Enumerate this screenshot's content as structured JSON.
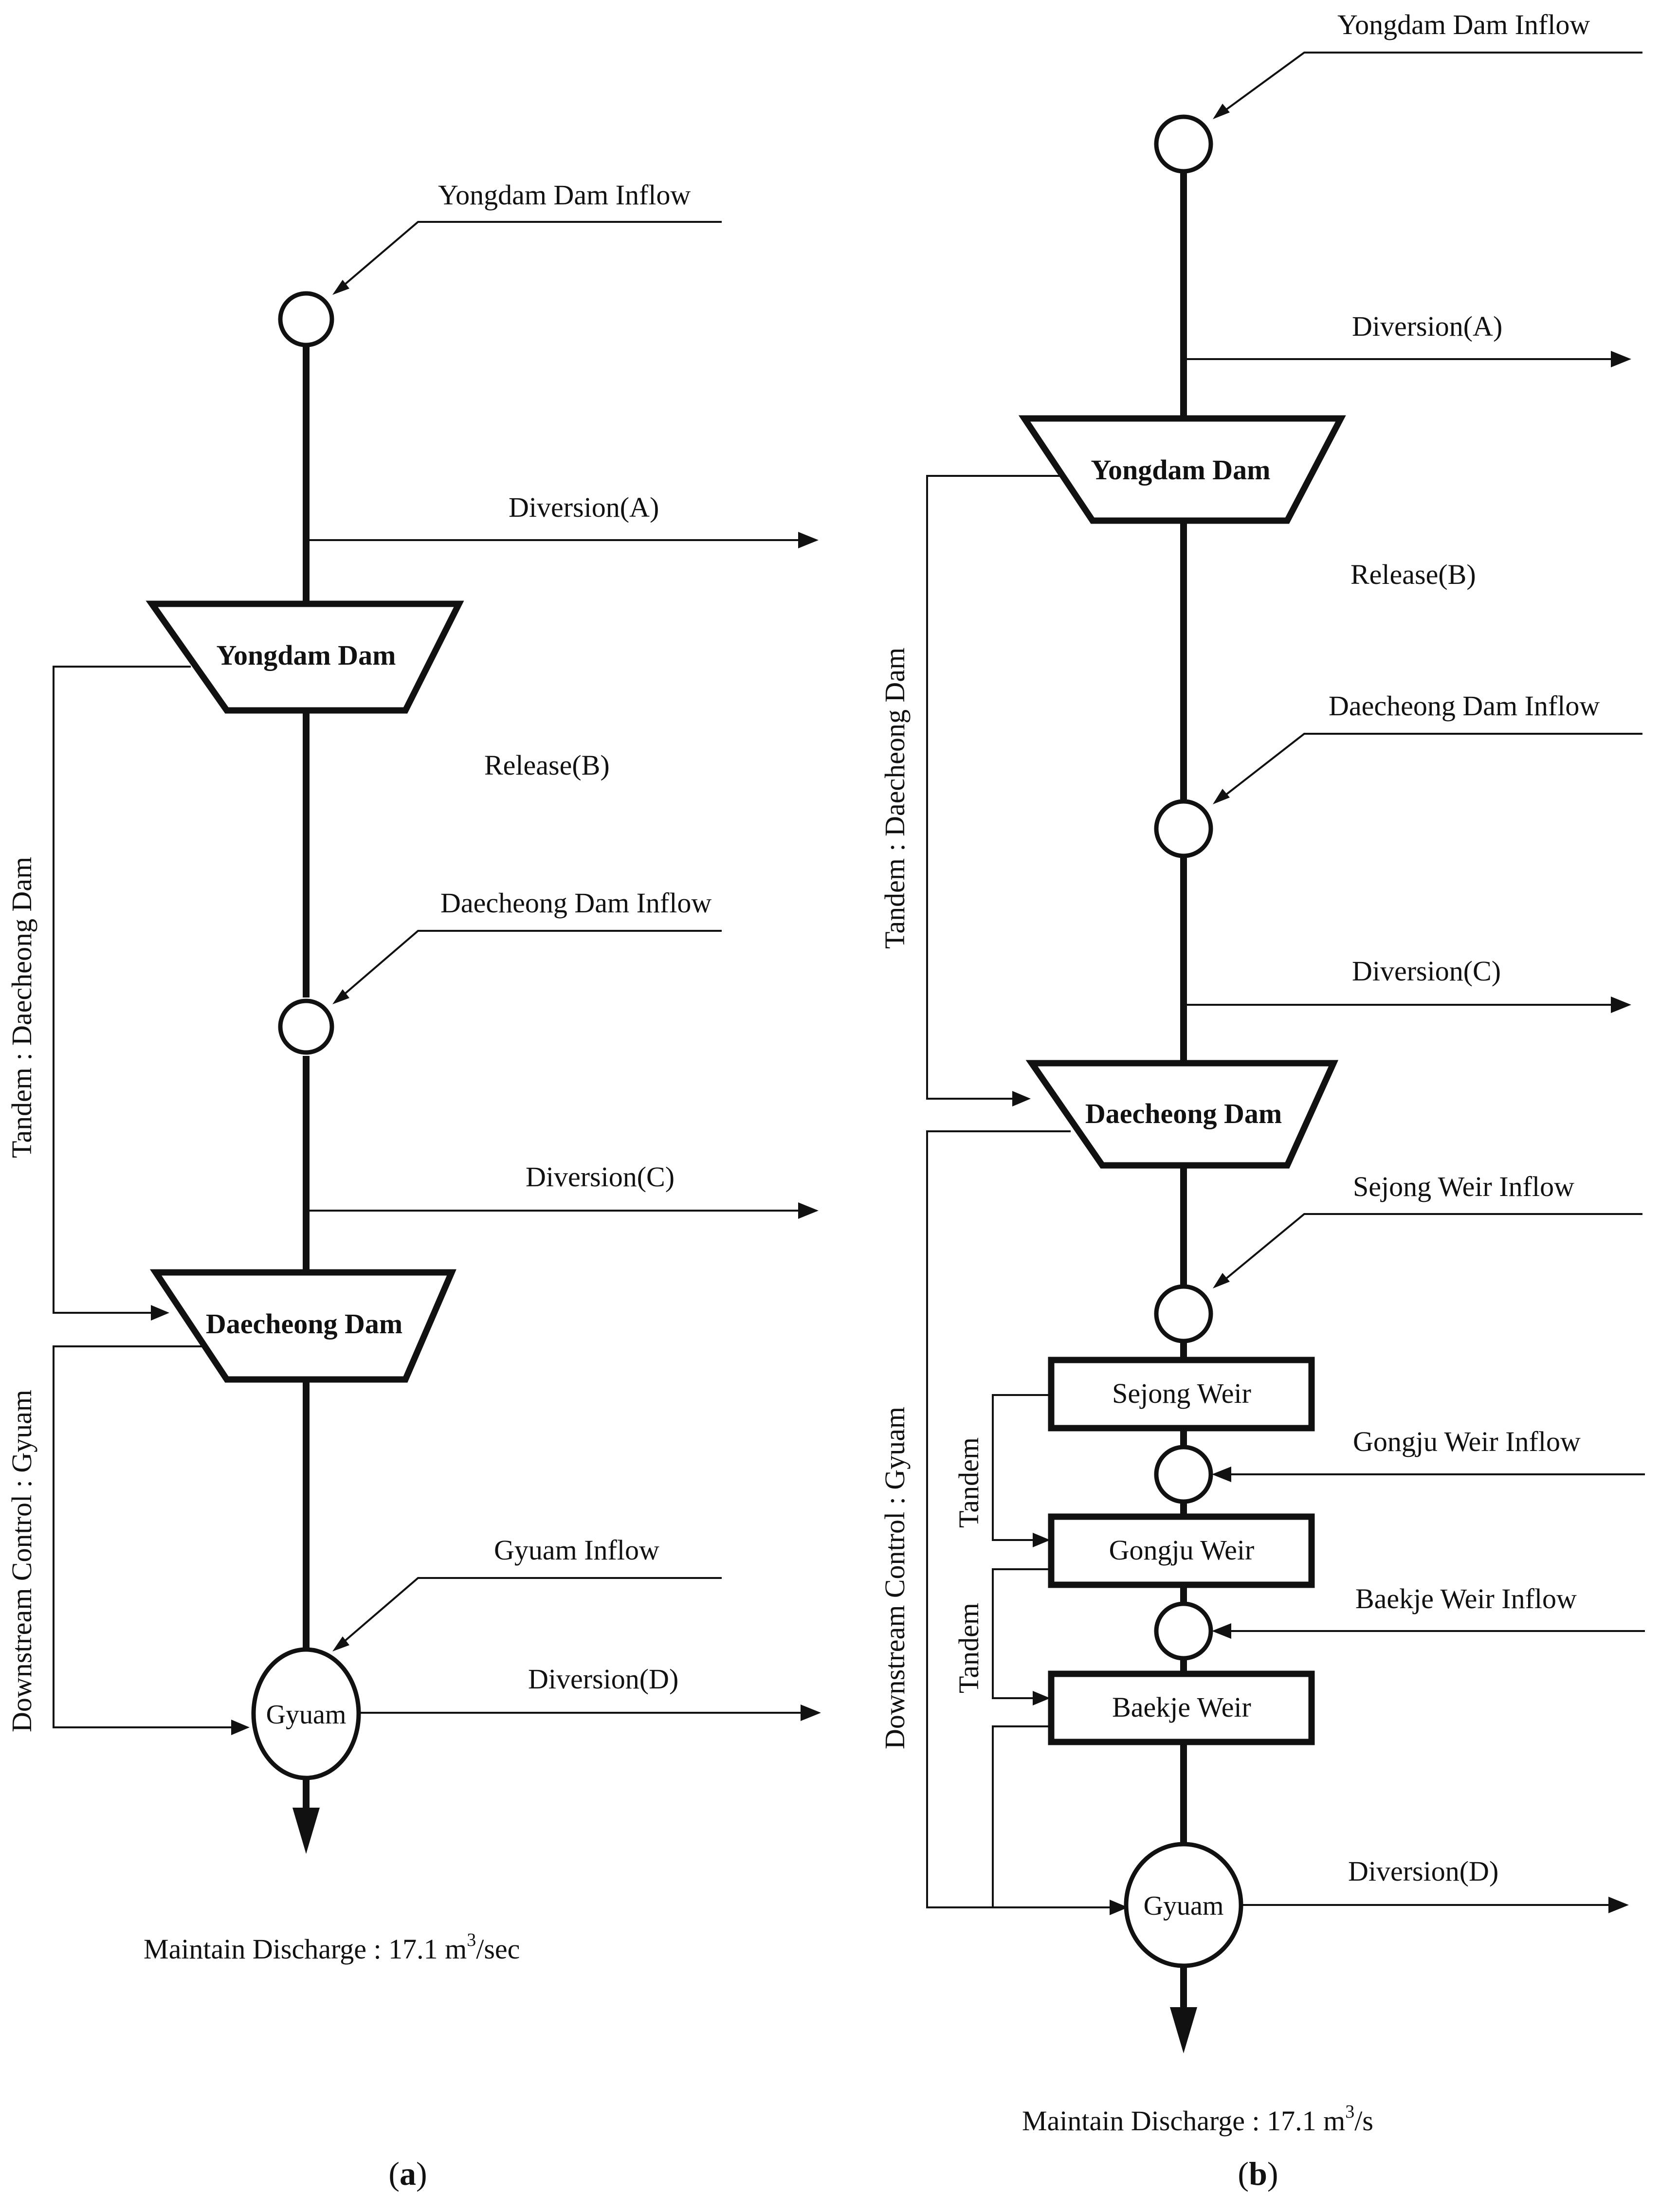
{
  "panel_a": {
    "caption": "a",
    "yongdam_inflow": "Yongdam Dam Inflow",
    "diversion_a": "Diversion(A)",
    "yongdam_dam": "Yongdam Dam",
    "release_b": "Release(B)",
    "daecheong_inflow": "Daecheong Dam Inflow",
    "diversion_c": "Diversion(C)",
    "daecheong_dam": "Daecheong Dam",
    "gyuam_inflow": "Gyuam Inflow",
    "gyuam": "Gyuam",
    "diversion_d": "Diversion(D)",
    "tandem": "Tandem : Daecheong Dam",
    "downstream": "Downstream Control : Gyuam",
    "discharge_text": "Maintain Discharge : 17.1 m",
    "discharge_sup": "3",
    "discharge_unit": "/sec"
  },
  "panel_b": {
    "caption": "b",
    "yongdam_inflow": "Yongdam Dam Inflow",
    "diversion_a": "Diversion(A)",
    "yongdam_dam": "Yongdam Dam",
    "release_b": "Release(B)",
    "daecheong_inflow": "Daecheong Dam Inflow",
    "diversion_c": "Diversion(C)",
    "daecheong_dam": "Daecheong Dam",
    "sejong_inflow": "Sejong Weir Inflow",
    "sejong_weir": "Sejong Weir",
    "gongju_inflow": "Gongju Weir Inflow",
    "gongju_weir": "Gongju Weir",
    "baekje_inflow": "Baekje Weir Inflow",
    "baekje_weir": "Baekje Weir",
    "gyuam": "Gyuam",
    "diversion_d": "Diversion(D)",
    "tandem": "Tandem : Daecheong Dam",
    "tandem_1": "Tandem",
    "tandem_2": "Tandem",
    "downstream": "Downstream Control : Gyuam",
    "discharge_text": "Maintain Discharge : 17.1 m",
    "discharge_sup": "3",
    "discharge_unit": "/s"
  },
  "caption_open": "(",
  "caption_close": ")"
}
